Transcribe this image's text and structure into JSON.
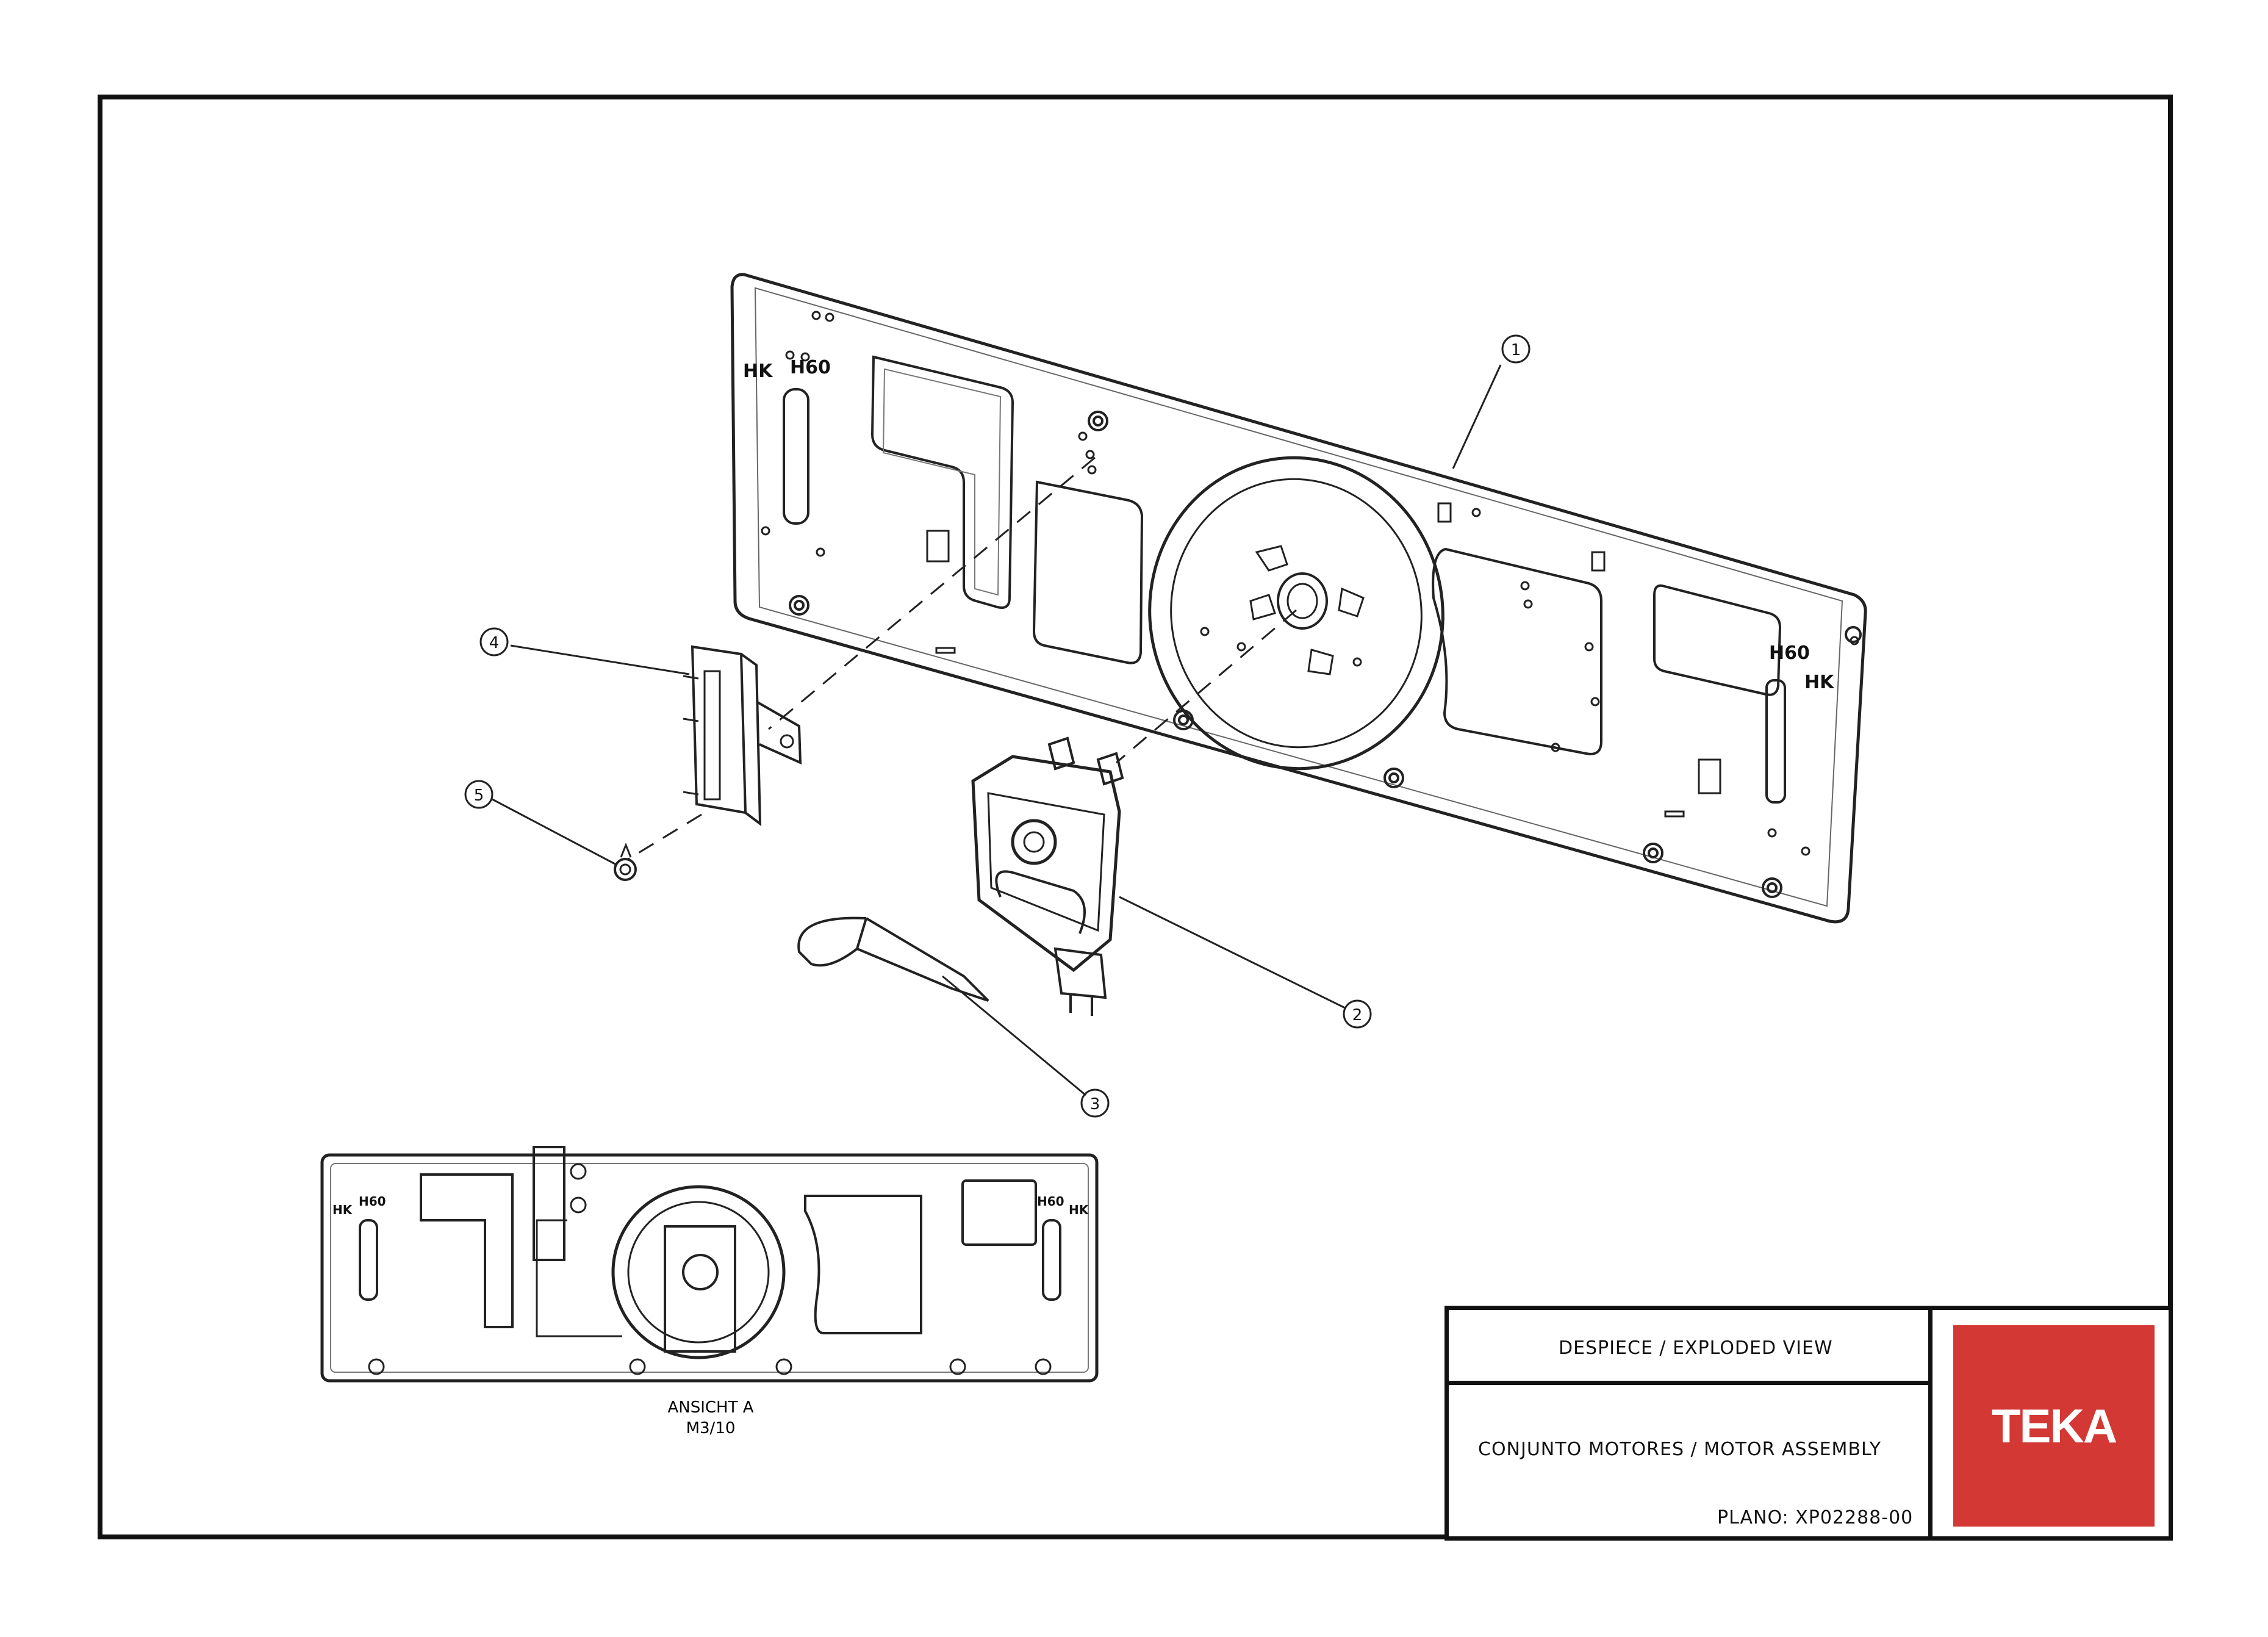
{
  "title_block": {
    "view_title": "DESPIECE / EXPLODED VIEW",
    "assembly_title": "CONJUNTO MOTORES / MOTOR ASSEMBLY",
    "drawing_number": "PLANO: XP02288-00"
  },
  "brand": {
    "logo_text": "TEKA",
    "color": "#d33834"
  },
  "callouts": [
    "1",
    "2",
    "3",
    "4",
    "5"
  ],
  "panel_marks": {
    "left_a": "HK",
    "left_b": "H60",
    "right_a": "H60",
    "right_b": "HK"
  },
  "view_a": {
    "label": "ANSICHT A",
    "scale": "M3/10"
  }
}
